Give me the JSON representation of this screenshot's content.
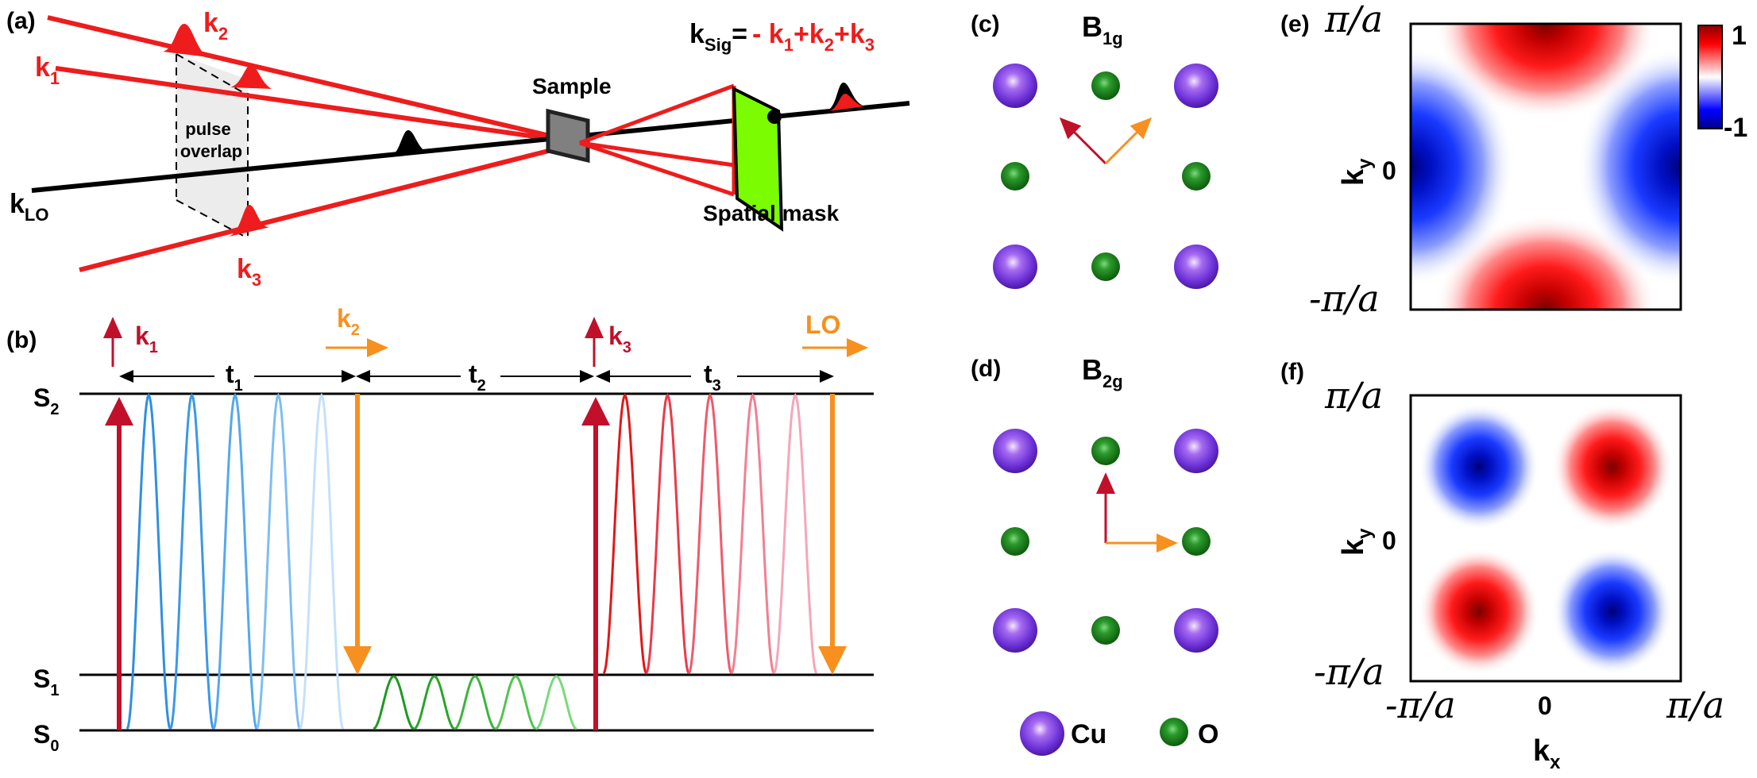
{
  "panel_a": {
    "letter": "(a)",
    "k2": "k",
    "k2_sub": "2",
    "k1": "k",
    "k1_sub": "1",
    "k3": "k",
    "k3_sub": "3",
    "klo": "k",
    "klo_sub": "LO",
    "pulse_overlap_1": "pulse",
    "pulse_overlap_2": "overlap",
    "sample": "Sample",
    "spatial_mask": "Spatial mask",
    "ksig": "k",
    "ksig_sub": "Sig",
    "ksig_eq": "=",
    "ksig_expr": "- k",
    "ksig_expr_1": "1",
    "ksig_expr_plus1": "+k",
    "ksig_expr_2": "2",
    "ksig_expr_plus2": "+k",
    "ksig_expr_3": "3"
  },
  "panel_b": {
    "letter": "(b)",
    "k1": "k",
    "k1_sub": "1",
    "k2": "k",
    "k2_sub": "2",
    "k3": "k",
    "k3_sub": "3",
    "lo": "LO",
    "t1": "t",
    "t1_sub": "1",
    "t2": "t",
    "t2_sub": "2",
    "t3": "t",
    "t3_sub": "3",
    "s2": "S",
    "s2_sub": "2",
    "s1": "S",
    "s1_sub": "1",
    "s0": "S",
    "s0_sub": "0"
  },
  "panel_c": {
    "letter": "(c)",
    "title": "B",
    "title_sub": "1g"
  },
  "panel_d": {
    "letter": "(d)",
    "title": "B",
    "title_sub": "2g"
  },
  "legend": {
    "cu": "Cu",
    "o": "O"
  },
  "panel_e": {
    "letter": "(e)",
    "ytick_top": "π/a",
    "ytick_mid": "0",
    "ytick_bot": "-π/a",
    "ylabel": "k",
    "ylabel_sub": "y",
    "cbar_max": "1",
    "cbar_min": "-1"
  },
  "panel_f": {
    "letter": "(f)",
    "ytick_top": "π/a",
    "ytick_mid": "0",
    "ytick_bot": "-π/a",
    "xtick_left": "-π/a",
    "xtick_mid": "0",
    "xtick_right": "π/a",
    "ylabel": "k",
    "ylabel_sub": "y",
    "xlabel": "k",
    "xlabel_sub": "x"
  },
  "colors": {
    "red_beam": "#ee1c1c",
    "dark_red": "#c0102a",
    "orange": "#f7901e",
    "blue_wave": "#3399e6",
    "green_wave": "#2aa52a",
    "cu_atom": "#7b2fe0",
    "o_atom": "#1a7a1a",
    "mask": "#7cfc00",
    "map_red": "#e00000",
    "map_blue": "#0010e0"
  }
}
